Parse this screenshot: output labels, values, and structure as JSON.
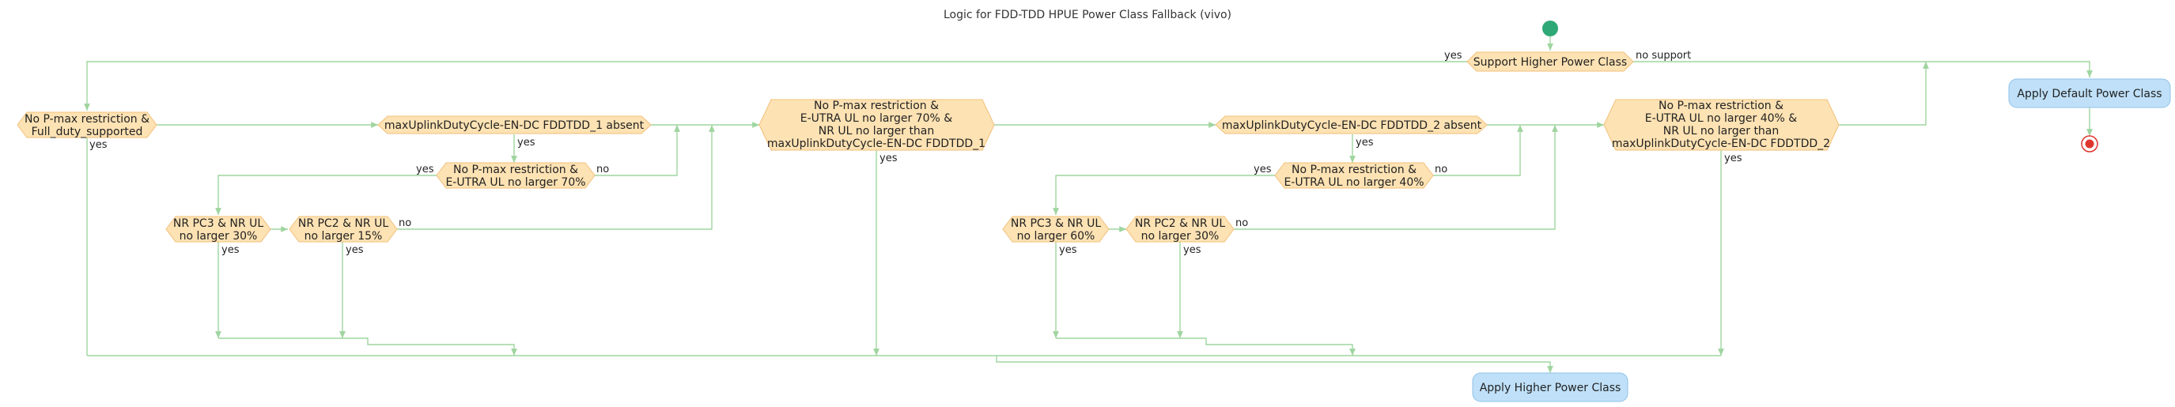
{
  "title": "Logic for FDD-TDD HPUE Power Class Fallback (vivo)",
  "colors": {
    "edge": "#9fd59f",
    "decision_fill": "#fde2b3",
    "decision_stroke": "#f2c07a",
    "action_fill": "#bfe0f8",
    "action_stroke": "#8fc2ea",
    "start_node": "#2ea876",
    "end_node": "#e0352f"
  },
  "nodes": {
    "support": "Support Higher Power Class",
    "fullduty": [
      "No P-max restriction &",
      "Full_duty_supported"
    ],
    "maxdc1": "maxUplinkDutyCycle-EN-DC FDDTDD_1 absent",
    "pmax70": [
      "No P-max restriction &",
      "E-UTRA UL no larger 70%"
    ],
    "pc3_30": [
      "NR PC3 & NR UL",
      "no larger 30%"
    ],
    "pc2_15": [
      "NR PC2 & NR UL",
      "no larger 15%"
    ],
    "big1": [
      "No P-max restriction &",
      "E-UTRA UL no larger 70% &",
      "NR UL no larger than",
      "maxUplinkDutyCycle-EN-DC FDDTDD_1"
    ],
    "maxdc2": "maxUplinkDutyCycle-EN-DC FDDTDD_2 absent",
    "pmax40": [
      "No P-max restriction &",
      "E-UTRA UL no larger 40%"
    ],
    "pc3_60": [
      "NR PC3 & NR UL",
      "no larger 60%"
    ],
    "pc2_30": [
      "NR PC2 & NR UL",
      "no larger 30%"
    ],
    "big2": [
      "No P-max restriction &",
      "E-UTRA UL no larger 40% &",
      "NR UL no larger than",
      "maxUplinkDutyCycle-EN-DC FDDTDD_2"
    ],
    "apply_default": "Apply Default Power Class",
    "apply_higher": "Apply Higher Power Class"
  },
  "labels": {
    "support_yes": "yes",
    "support_no": "no support",
    "fullduty_yes": "yes",
    "maxdc1_yes": "yes",
    "pmax70_yes": "yes",
    "pmax70_no": "no",
    "pc3_30_yes": "yes",
    "pc2_15_yes": "yes",
    "pc2_15_no": "no",
    "big1_yes": "yes",
    "maxdc2_yes": "yes",
    "pmax40_yes": "yes",
    "pmax40_no": "no",
    "pc3_60_yes": "yes",
    "pc2_30_yes": "yes",
    "pc2_30_no": "no",
    "big2_yes": "yes"
  }
}
